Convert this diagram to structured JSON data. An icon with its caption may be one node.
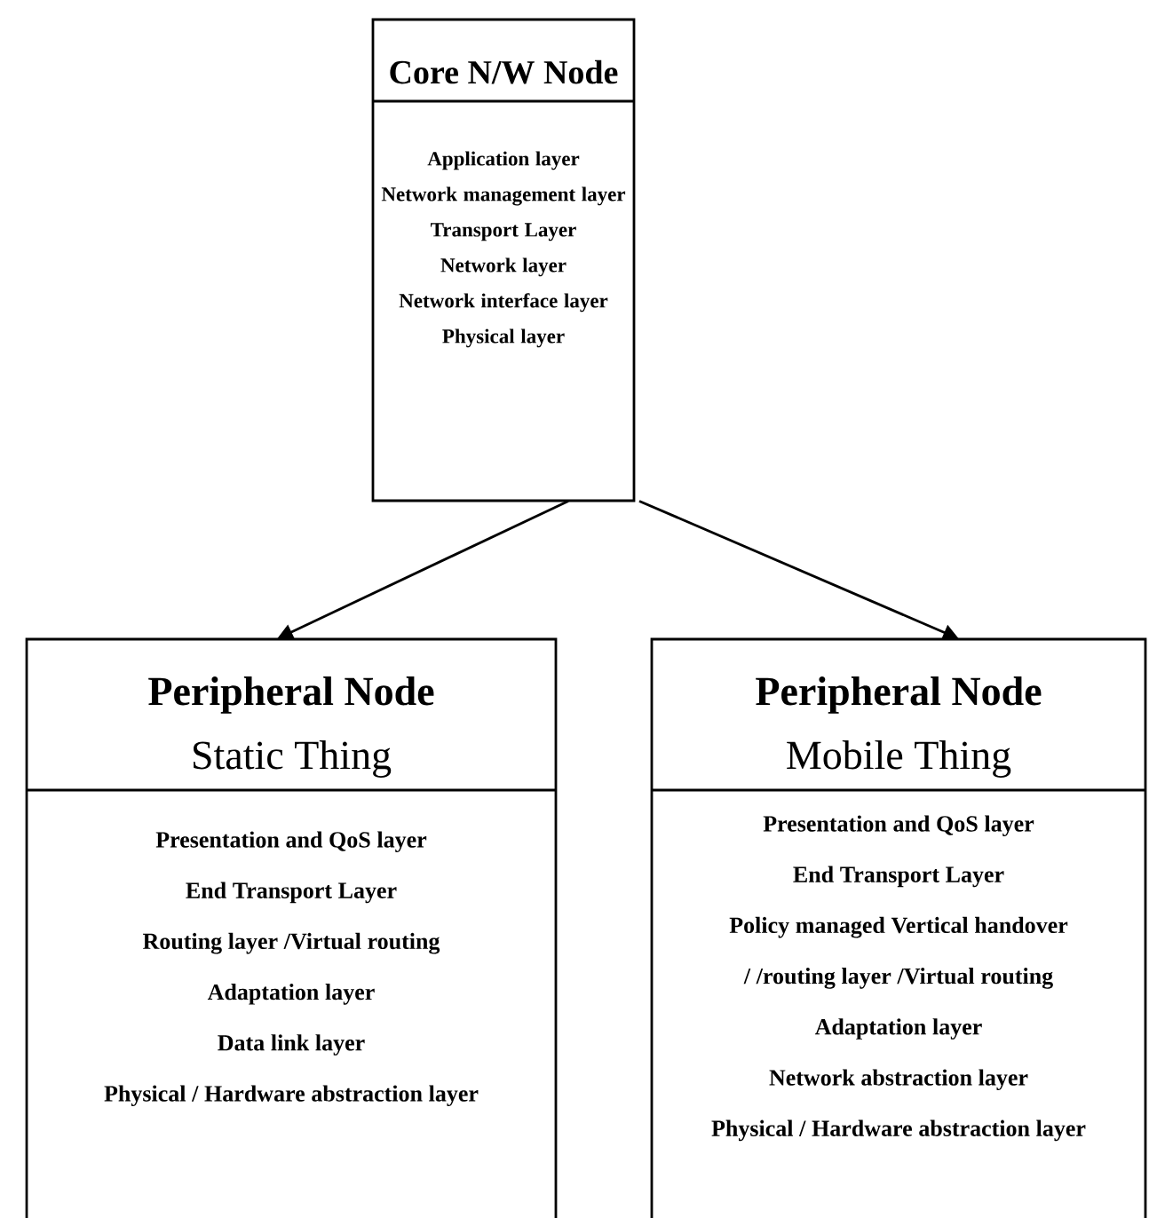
{
  "diagram": {
    "nodes": [
      {
        "text": [
          "Core N/W Node",
          "Application layer",
          "Network management layer",
          "Transport Layer",
          "Network layer",
          "Network interface layer",
          "Physical layer"
        ]
      },
      {
        "text": [
          "Peripheral Node",
          "Static Thing",
          "Presentation and QoS layer",
          "End Transport Layer",
          "Routing layer /Virtual routing",
          "Adaptation layer",
          "Data link layer",
          "Physical / Hardware abstraction layer"
        ]
      },
      {
        "text": [
          "Peripheral Node",
          "Mobile Thing",
          "Presentation and QoS layer",
          "End Transport Layer",
          "Policy managed Vertical handover / /routing layer /Virtual routing",
          "Adaptation layer",
          "Network abstraction layer",
          "Physical / Hardware abstraction layer"
        ]
      }
    ],
    "edges": [
      {
        "from": 0,
        "to": 1,
        "arrow": "to"
      },
      {
        "from": 0,
        "to": 2,
        "arrow": "to"
      }
    ]
  }
}
